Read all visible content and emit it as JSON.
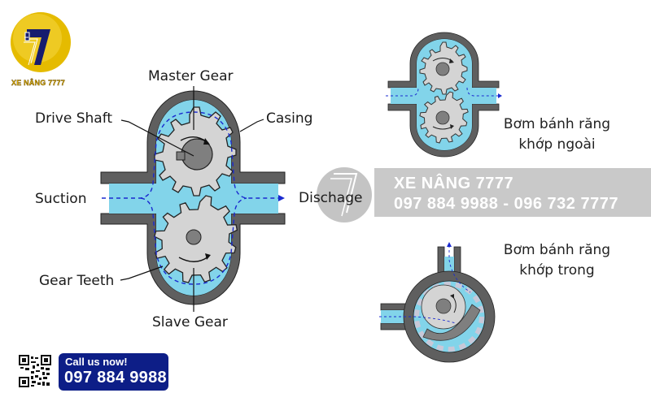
{
  "brand": {
    "logo_glyph": "7",
    "logo_text": "XE NÂNG 7777",
    "gold": "#e8c000",
    "navy": "#121a6a"
  },
  "main_diagram": {
    "labels": {
      "master_gear": "Master Gear",
      "drive_shaft": "Drive Shaft",
      "casing": "Casing",
      "suction": "Suction",
      "discharge": "Dischage",
      "gear_teeth": "Gear Teeth",
      "slave_gear": "Slave Gear"
    },
    "colors": {
      "casing": "#5f5f5f",
      "fluid": "#82d4ea",
      "gear": "#d4d4d4",
      "hub": "#7f7f7f",
      "flow_line": "#1a2ad0"
    }
  },
  "external_pump": {
    "caption_line1": "Bơm bánh răng",
    "caption_line2": "khớp ngoài"
  },
  "internal_pump": {
    "caption_line1": "Bơm bánh răng",
    "caption_line2": "khớp trong"
  },
  "watermark_banner": {
    "line1": "XE NÂNG 7777",
    "line2": "097 884 9988 - 096 732 7777",
    "background": "#c9c9c9"
  },
  "contact": {
    "qr_icon": "qr-code-icon",
    "call_label": "Call us now!",
    "phone": "097 884 9988",
    "button_color": "#0d1e87"
  }
}
